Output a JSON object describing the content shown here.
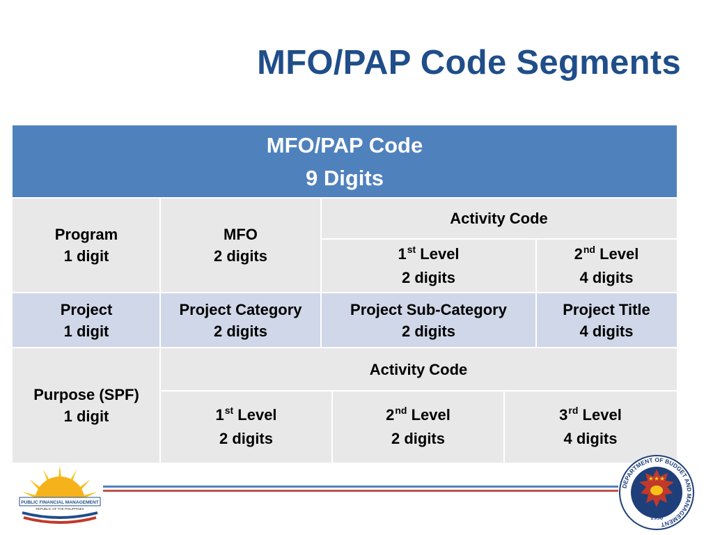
{
  "title": "MFO/PAP Code Segments",
  "table": {
    "header": {
      "line1": "MFO/PAP Code",
      "line2": "9 Digits"
    },
    "row1": {
      "program": {
        "name": "Program",
        "digits": "1 digit"
      },
      "mfo": {
        "name": "MFO",
        "digits": "2 digits"
      },
      "activity_code": "Activity Code",
      "level1": {
        "num": "1",
        "sup": "st",
        "word": "Level",
        "digits": "2 digits"
      },
      "level2": {
        "num": "2",
        "sup": "nd",
        "word": "Level",
        "digits": "4 digits"
      }
    },
    "row2": {
      "project": {
        "name": "Project",
        "digits": "1 digit"
      },
      "category": {
        "name": "Project Category",
        "digits": "2 digits"
      },
      "sub_category": {
        "name": "Project Sub-Category",
        "digits": "2 digits"
      },
      "project_title": {
        "name": "Project Title",
        "digits": "4 digits"
      }
    },
    "row3": {
      "purpose": {
        "name": "Purpose (SPF)",
        "digits": "1 digit"
      },
      "activity_code": "Activity Code",
      "level1": {
        "num": "1",
        "sup": "st",
        "word": "Level",
        "digits": "2 digits"
      },
      "level2": {
        "num": "2",
        "sup": "nd",
        "word": "Level",
        "digits": "2 digits"
      },
      "level3": {
        "num": "3",
        "sup": "rd",
        "word": "Level",
        "digits": "4 digits"
      }
    }
  },
  "logos": {
    "pfm": {
      "line1": "PUBLIC FINANCIAL MANAGEMENT",
      "line2": "REPUBLIC OF THE PHILIPPINES"
    },
    "dbm": {
      "ring_text": "DEPARTMENT OF BUDGET AND MANAGEMENT",
      "year": "1936"
    }
  },
  "colors": {
    "title": "#1f4e89",
    "header_bg": "#4f81bd",
    "cell_gray": "#e8e8e8",
    "cell_blue": "#d0d7e8",
    "accent_red": "#c0504d"
  }
}
